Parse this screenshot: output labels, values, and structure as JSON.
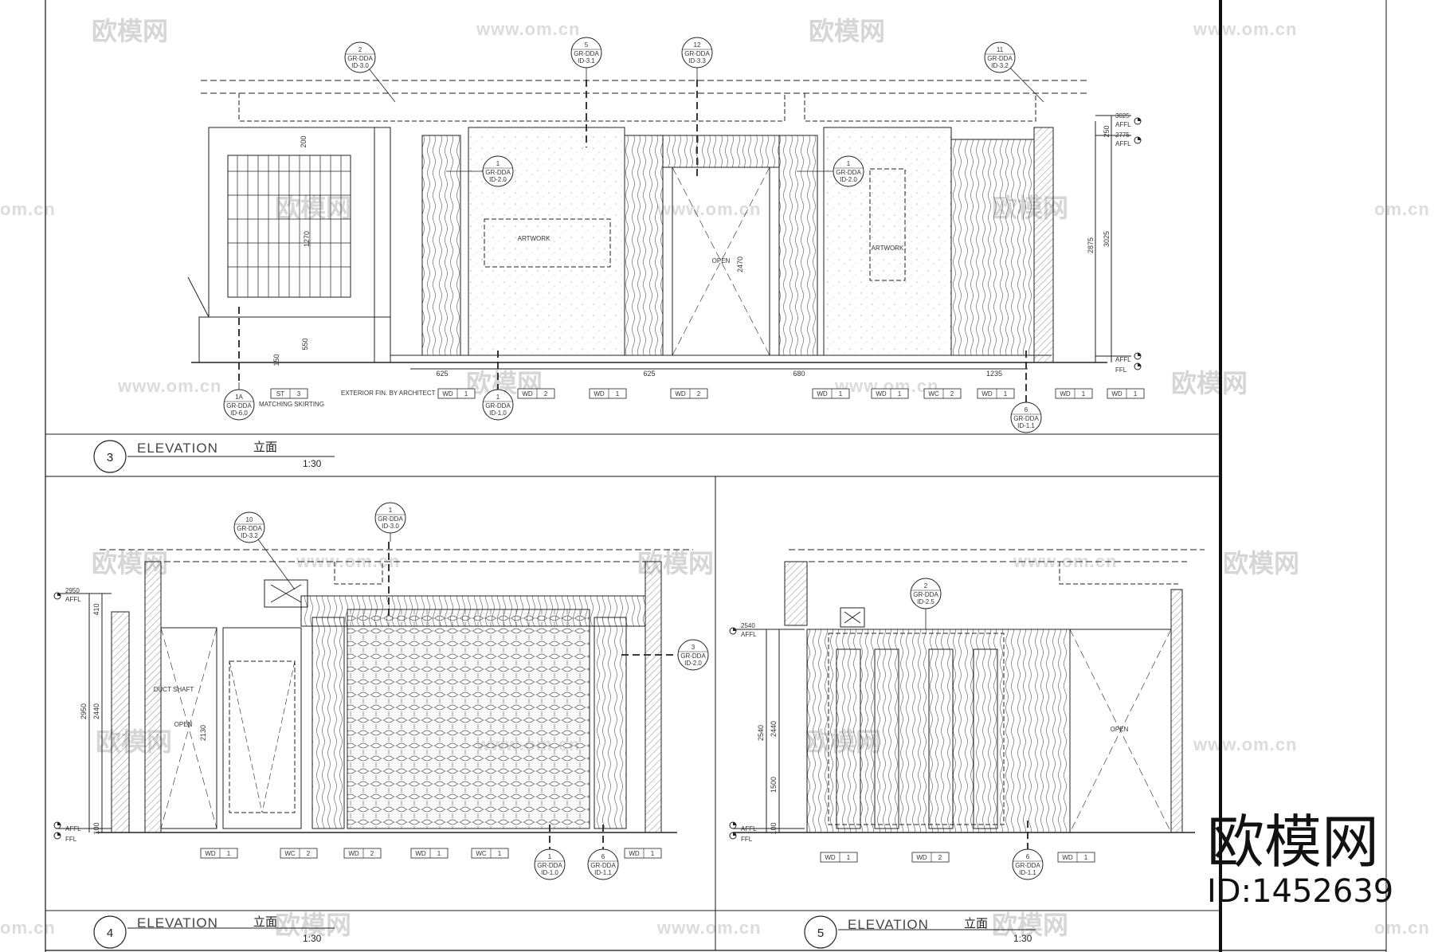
{
  "elevations": [
    {
      "number": "3",
      "title": "ELEVATION",
      "title_cn": "立面",
      "scale": "1:30"
    },
    {
      "number": "4",
      "title": "ELEVATION",
      "title_cn": "立面",
      "scale": "1:30"
    },
    {
      "number": "5",
      "title": "ELEVATION",
      "title_cn": "立面",
      "scale": "1:30"
    }
  ],
  "brand": {
    "name": "欧模网",
    "id": "ID:1452639"
  },
  "watermark": {
    "logo_text": "欧模网",
    "url": "www.om.cn",
    "url_short": "om.cn"
  },
  "elev3": {
    "callouts": [
      {
        "num": "2",
        "ref": "GR-DDA",
        "sheet": "ID-3.0"
      },
      {
        "num": "5",
        "ref": "GR-DDA",
        "sheet": "ID-3.1"
      },
      {
        "num": "12",
        "ref": "GR-DDA",
        "sheet": "ID-3.3"
      },
      {
        "num": "11",
        "ref": "GR-DDA",
        "sheet": "ID-3.2"
      },
      {
        "num": "1",
        "ref": "GR-DDA",
        "sheet": "ID-2.0"
      },
      {
        "num": "1",
        "ref": "GR-DDA",
        "sheet": "ID-2.0"
      },
      {
        "num": "1A",
        "ref": "GR-DDA",
        "sheet": "ID-6.0"
      },
      {
        "num": "1",
        "ref": "GR-DDA",
        "sheet": "ID-1.0"
      },
      {
        "num": "6",
        "ref": "GR-DDA",
        "sheet": "ID-1.1"
      }
    ],
    "labels": {
      "artwork1": "ARTWORK",
      "artwork2": "ARTWORK",
      "open": "OPEN",
      "matching_skirting": "MATCHING SKIRTING",
      "exterior_fin": "EXTERIOR FIN. BY ARCHITECT"
    },
    "levels": [
      {
        "value": "3025",
        "ref": "AFFL"
      },
      {
        "value": "2775",
        "ref": "AFFL"
      },
      {
        "value": "",
        "ref": "AFFL"
      },
      {
        "value": "",
        "ref": "FFL"
      }
    ],
    "dims": [
      "625",
      "625",
      "680",
      "1235",
      "2875",
      "3025",
      "250",
      "2470",
      "550",
      "150",
      "200",
      "1270"
    ],
    "tags": [
      {
        "code": "ST",
        "n": "3"
      },
      {
        "code": "WD",
        "n": "1"
      },
      {
        "code": "WD",
        "n": "2"
      },
      {
        "code": "WD",
        "n": "1"
      },
      {
        "code": "WD",
        "n": "2"
      },
      {
        "code": "WD",
        "n": "1"
      },
      {
        "code": "WD",
        "n": "1"
      },
      {
        "code": "WC",
        "n": "2"
      },
      {
        "code": "WD",
        "n": "1"
      },
      {
        "code": "WD",
        "n": "1"
      },
      {
        "code": "WD",
        "n": "1"
      }
    ]
  },
  "elev4": {
    "callouts": [
      {
        "num": "10",
        "ref": "GR-DDA",
        "sheet": "ID-3.2"
      },
      {
        "num": "1",
        "ref": "GR-DDA",
        "sheet": "ID-3.0"
      },
      {
        "num": "3",
        "ref": "GR-DDA",
        "sheet": "ID-2.0"
      },
      {
        "num": "1",
        "ref": "GR-DDA",
        "sheet": "ID-1.0"
      },
      {
        "num": "6",
        "ref": "GR-DDA",
        "sheet": "ID-1.1"
      }
    ],
    "labels": {
      "duct": "DUCT SHAFT",
      "open": "OPEN"
    },
    "levels": [
      {
        "value": "2950",
        "ref": "AFFL"
      },
      {
        "value": "",
        "ref": "AFFL"
      },
      {
        "value": "",
        "ref": "FFL"
      }
    ],
    "dims": [
      "410",
      "2950",
      "2440",
      "2130",
      "100"
    ],
    "tags": [
      {
        "code": "WD",
        "n": "1"
      },
      {
        "code": "WC",
        "n": "2"
      },
      {
        "code": "WD",
        "n": "2"
      },
      {
        "code": "WD",
        "n": "1"
      },
      {
        "code": "WC",
        "n": "1"
      },
      {
        "code": "WD",
        "n": "1"
      }
    ]
  },
  "elev5": {
    "callouts": [
      {
        "num": "2",
        "ref": "GR-DDA",
        "sheet": "ID-2.5"
      },
      {
        "num": "6",
        "ref": "GR-DDA",
        "sheet": "ID-1.1"
      }
    ],
    "labels": {
      "open": "OPEN"
    },
    "levels": [
      {
        "value": "2540",
        "ref": "AFFL"
      },
      {
        "value": "",
        "ref": "AFFL"
      },
      {
        "value": "",
        "ref": "FFL"
      }
    ],
    "dims": [
      "2540",
      "2440",
      "1500",
      "100"
    ],
    "tags": [
      {
        "code": "WD",
        "n": "1"
      },
      {
        "code": "WD",
        "n": "2"
      },
      {
        "code": "WD",
        "n": "1"
      }
    ]
  }
}
